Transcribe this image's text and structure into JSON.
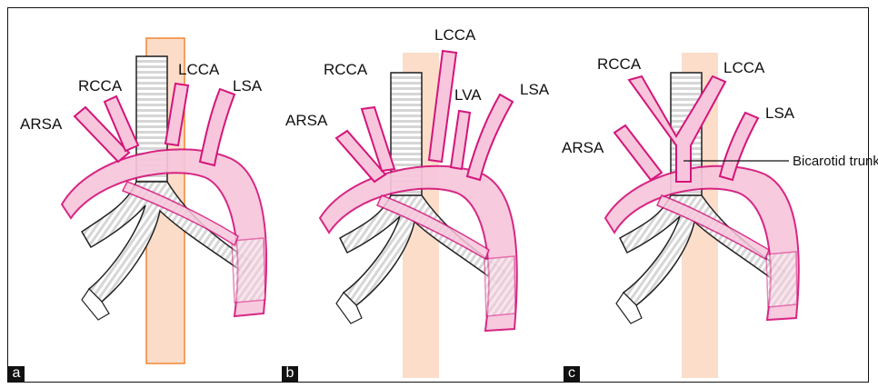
{
  "panels": [
    {
      "letter": "a",
      "labels": {
        "arsa": "ARSA",
        "rcca": "RCCA",
        "lcca": "LCCA",
        "lsa": "LSA"
      }
    },
    {
      "letter": "b",
      "labels": {
        "arsa": "ARSA",
        "rcca": "RCCA",
        "lcca": "LCCA",
        "lva": "LVA",
        "lsa": "LSA"
      }
    },
    {
      "letter": "c",
      "labels": {
        "arsa": "ARSA",
        "rcca": "RCCA",
        "lcca": "LCCA",
        "lsa": "LSA",
        "bicarotid": "Bicarotid trunk"
      }
    }
  ],
  "colors": {
    "vessel_fill": "#f7c6dc",
    "vessel_stroke": "#d4157a",
    "esophagus_fill": "#fbd9c4",
    "esophagus_stroke_a": "#f07a1e",
    "airway_fill": "#e8e8e8",
    "airway_stroke": "#222222"
  }
}
